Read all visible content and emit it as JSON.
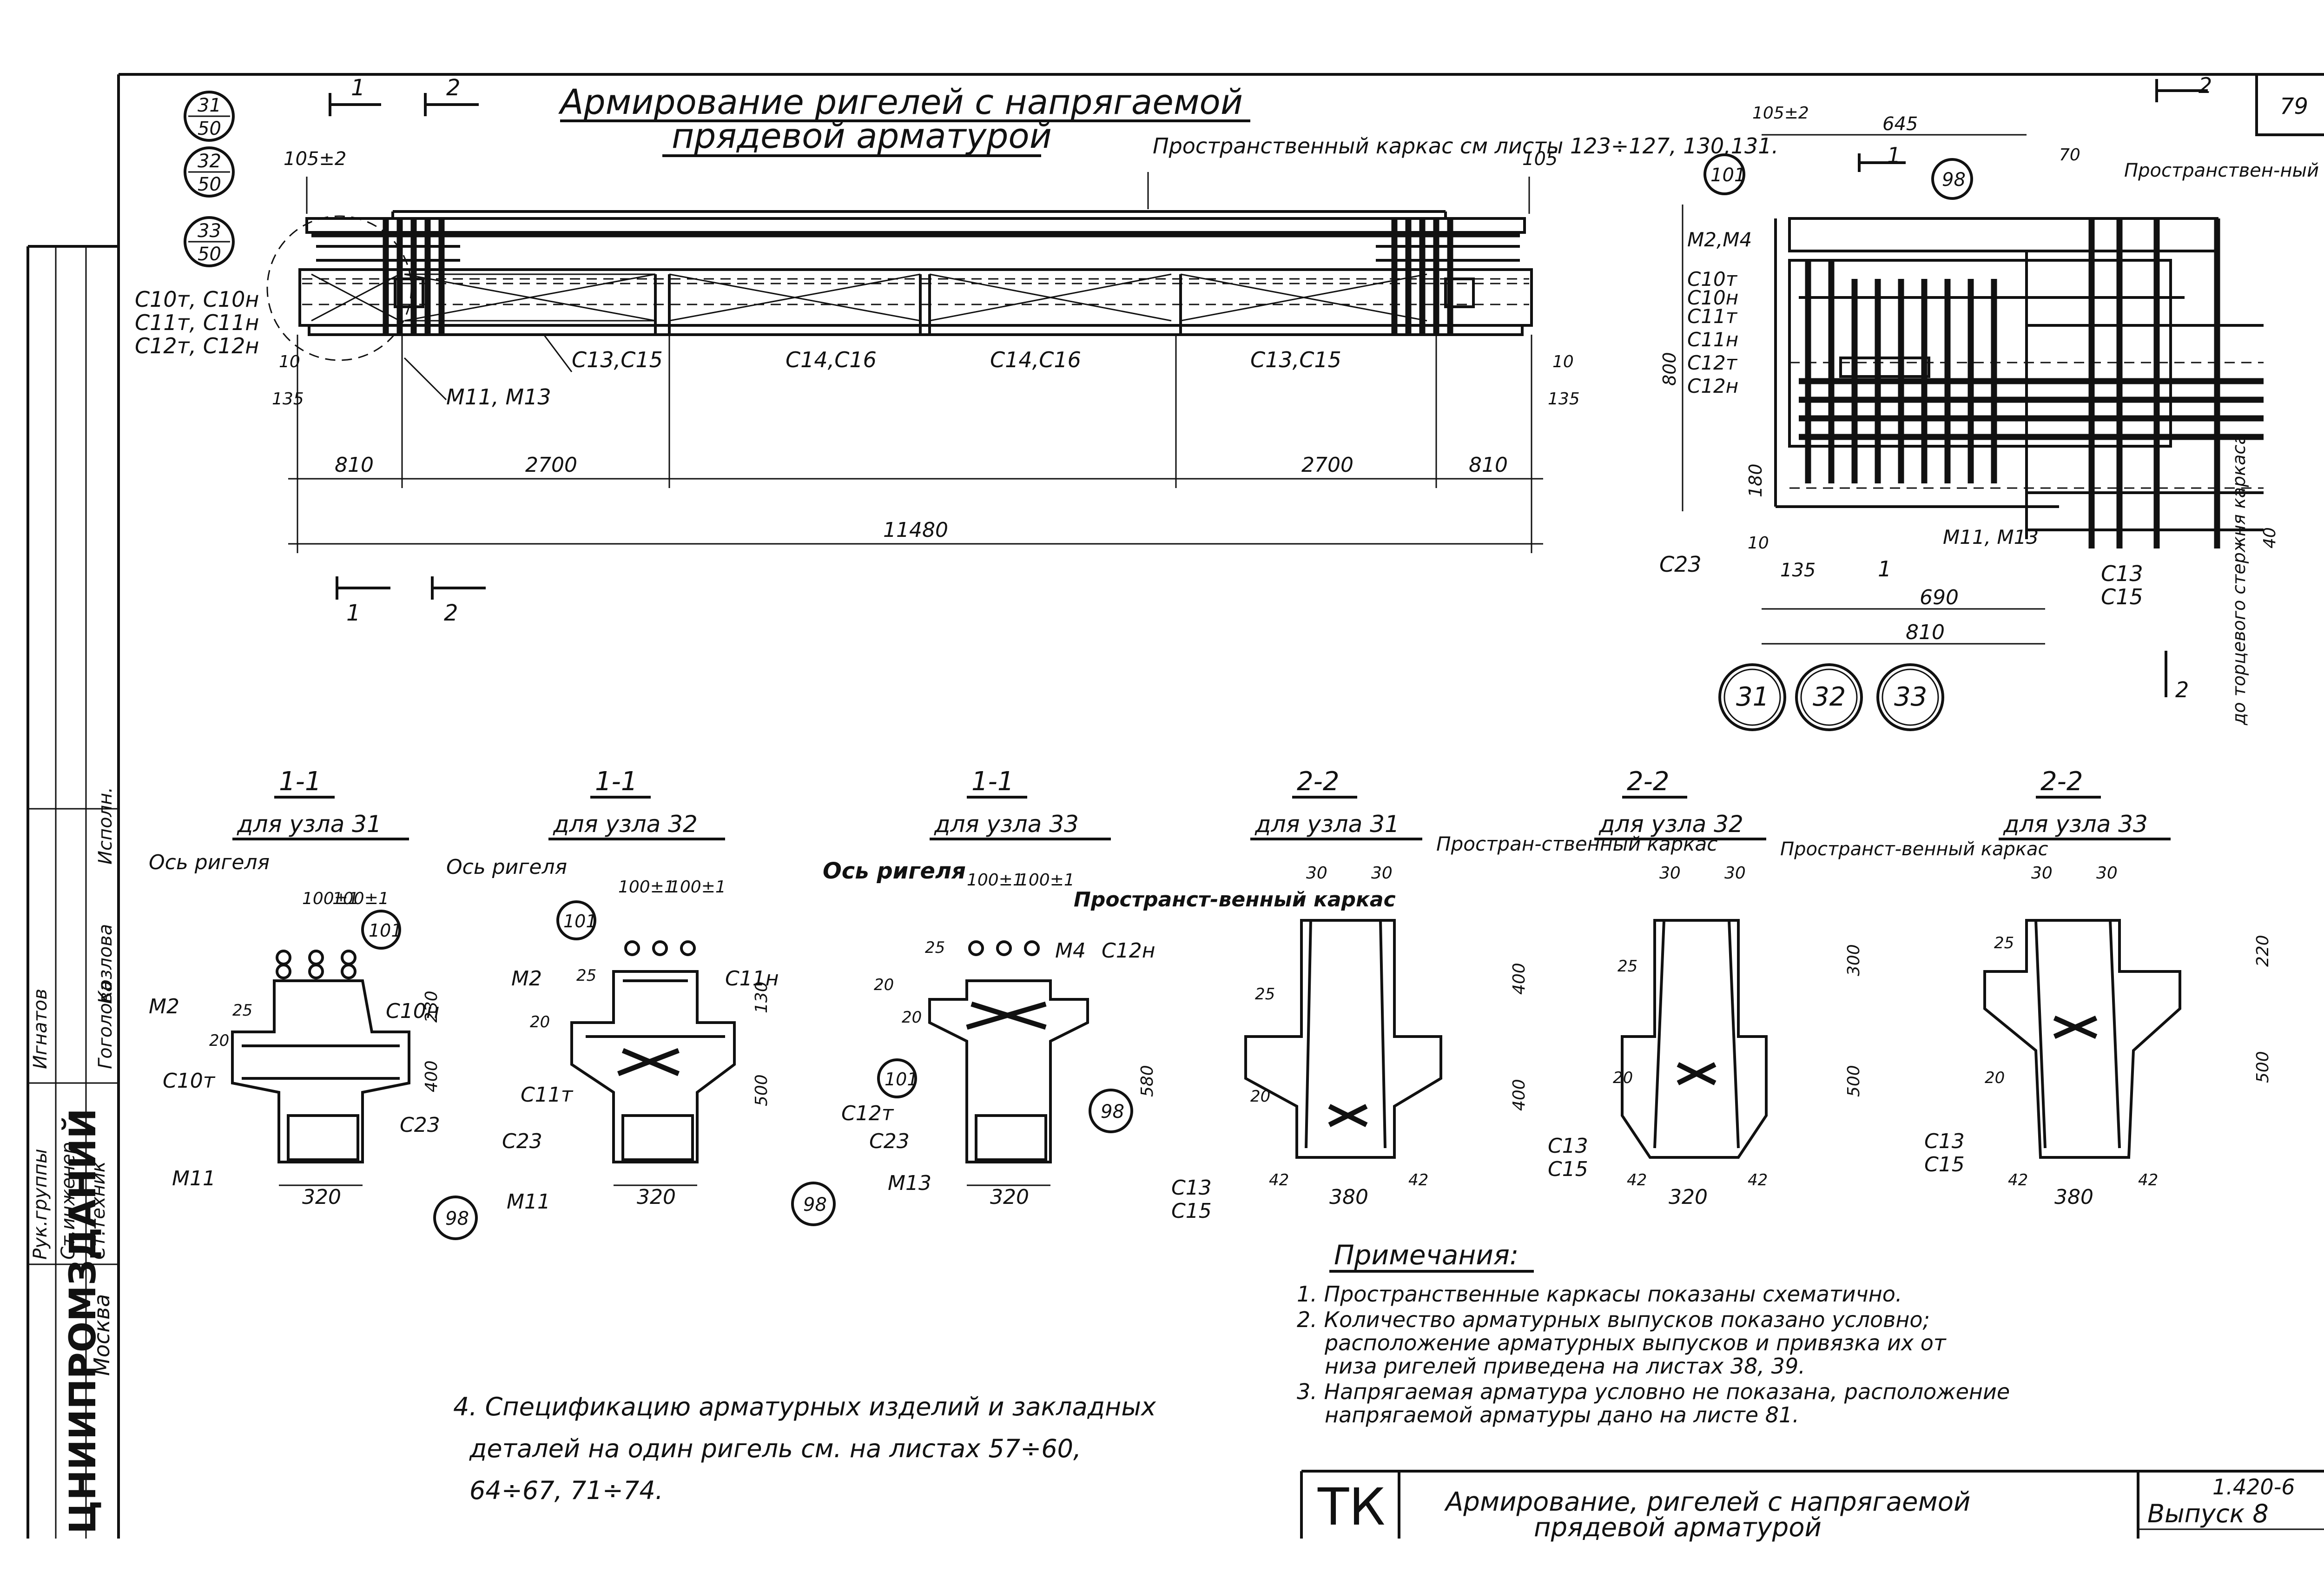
{
  "sheet": {
    "sheet_number": "79",
    "title_line1": "Армирование ригелей с напрягаемой",
    "title_line2": "прядевой арматурой",
    "organization": "ЦНИИПРОМЗДАНИЙ",
    "city": "Москва",
    "doc_code": "1.420-6",
    "issue": "Выпуск 8",
    "stamp_tk": "ТК",
    "stamp_title_line1": "Армирование, ригелей с напрягаемой",
    "stamp_title_line2": "прядевой арматурой",
    "signature_roles": [
      "Рук.группы",
      "Ст.инженер",
      "Ст.техник"
    ],
    "signature_names": [
      "Игнатов",
      "Гоголова",
      "Козлова"
    ],
    "signature_header": "Исполн."
  },
  "node_refs": [
    {
      "top": "31",
      "bottom": "50"
    },
    {
      "top": "32",
      "bottom": "50"
    },
    {
      "top": "33",
      "bottom": "50"
    }
  ],
  "main_view": {
    "cut_marks": [
      "1",
      "2",
      "1",
      "2"
    ],
    "callout_frame": "Пространственный каркас см листы 123÷127, 130,131.",
    "labels_left": [
      "С10т, С10н",
      "С11т, С11н",
      "С12т, С12н"
    ],
    "frame_labels": [
      "С13,С15",
      "С14,С16",
      "С14,С16",
      "С13,С15"
    ],
    "mesh_label": "М11, М13",
    "dims": {
      "top_left": "105±2",
      "top_right": "105",
      "side_left_10": "10",
      "side_left_135": "135",
      "side_right_10": "10",
      "side_right_135": "135",
      "left_810": "810",
      "left_2700": "2700",
      "right_2700": "2700",
      "right_810": "810",
      "total": "11480"
    }
  },
  "end_view": {
    "labels": [
      "М2,М4",
      "С10т",
      "С10н",
      "С11т",
      "С11н",
      "С12т",
      "С12н",
      "С23",
      "М11, М13",
      "С13",
      "С15"
    ],
    "callout_frame": "Пространствен-ный каркас",
    "ref_101": "101",
    "ref_98": "98",
    "section_mark": "1",
    "section_mark_2": "2",
    "dims": [
      "105±2",
      "645",
      "70",
      "800",
      "180",
      "10",
      "135",
      "690",
      "810",
      "40"
    ],
    "side_note": "до торцевого стержня каркаса",
    "nodes": [
      "31",
      "32",
      "33"
    ]
  },
  "sections": [
    {
      "title": "1-1",
      "subtitle": "для узла 31",
      "labels": [
        "Ось ригеля",
        "101",
        "М2",
        "С10н",
        "С10т",
        "С23",
        "М11",
        "98"
      ],
      "dims": [
        "100±1",
        "100±1",
        "25",
        "20",
        "230",
        "400",
        "320"
      ]
    },
    {
      "title": "1-1",
      "subtitle": "для узла 32",
      "labels": [
        "Ось ригеля",
        "101",
        "М2",
        "С11н",
        "С11т",
        "С23",
        "М11",
        "98"
      ],
      "dims": [
        "100±1",
        "100±1",
        "25",
        "20",
        "130",
        "500",
        "320"
      ]
    },
    {
      "title": "1-1",
      "subtitle": "для узла 33",
      "labels": [
        "Ось ригеля",
        "Пространст-венный каркас",
        "М4",
        "С12н",
        "101",
        "С12т",
        "С23",
        "М13",
        "98"
      ],
      "dims": [
        "100±1",
        "100±1",
        "25",
        "20",
        "20",
        "580",
        "320"
      ]
    },
    {
      "title": "2-2",
      "subtitle": "для узла 31",
      "labels": [
        "Простран-ственный каркас",
        "С13",
        "С15"
      ],
      "dims": [
        "30",
        "30",
        "25",
        "400",
        "400",
        "20",
        "42",
        "380",
        "42"
      ]
    },
    {
      "title": "2-2",
      "subtitle": "для узла 32",
      "labels": [
        "Пространст-венный каркас",
        "С13",
        "С15"
      ],
      "dims": [
        "30",
        "30",
        "25",
        "300",
        "500",
        "20",
        "42",
        "320",
        "42"
      ]
    },
    {
      "title": "2-2",
      "subtitle": "для узла 33",
      "labels": [
        "С13",
        "С15"
      ],
      "dims": [
        "30",
        "30",
        "25",
        "220",
        "500",
        "20",
        "42",
        "380",
        "42"
      ]
    }
  ],
  "notes": {
    "heading": "Примечания:",
    "items": [
      "1. Пространственные каркасы показаны схематично.",
      "2. Количество арматурных выпусков показано условно;",
      "расположение арматурных выпусков и привязка их от",
      "низа ригелей приведена на листах 38, 39.",
      "3. Напрягаемая арматура условно не показана, расположение",
      "напрягаемой арматуры дано на листе 81."
    ],
    "item4_line1": "4. Спецификацию арматурных изделий и закладных",
    "item4_line2": "деталей на один ригель см. на листах 57÷60,",
    "item4_line3": "64÷67, 71÷74."
  }
}
